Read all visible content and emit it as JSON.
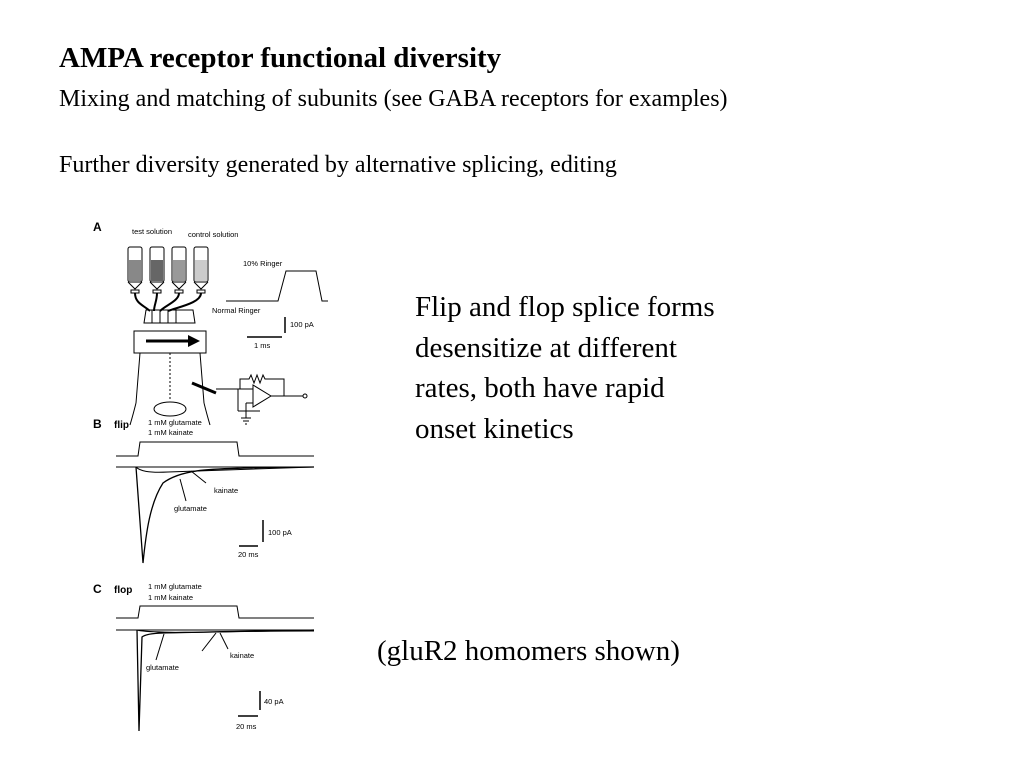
{
  "slide": {
    "title": "AMPA receptor functional diversity",
    "subtitle_line1": "Mixing and matching of subunits (see GABA receptors for examples)",
    "subtitle_line2": "Further diversity generated by alternative splicing, editing",
    "body_lines": [
      "Flip and flop splice forms",
      "desensitize at different",
      "rates, both have rapid",
      "onset kinetics"
    ],
    "note": "(gluR2 homomers shown)"
  },
  "figure": {
    "panel_a": {
      "letter": "A",
      "test_solution": "test solution",
      "control_solution": "control solution",
      "ringer_10": "10% Ringer",
      "normal_ringer": "Normal Ringer",
      "scale_current": "100 pA",
      "scale_time": "1 ms"
    },
    "panel_b": {
      "letter": "B",
      "name": "flip",
      "agonist1": "1 mM glutamate",
      "agonist2": "1 mM kainate",
      "kainate_label": "kainate",
      "glutamate_label": "glutamate",
      "scale_current": "100 pA",
      "scale_time": "20 ms"
    },
    "panel_c": {
      "letter": "C",
      "name": "flop",
      "agonist1": "1 mM glutamate",
      "agonist2": "1 mM kainate",
      "kainate_label": "kainate",
      "glutamate_label": "glutamate",
      "scale_current": "40 pA",
      "scale_time": "20 ms"
    }
  }
}
